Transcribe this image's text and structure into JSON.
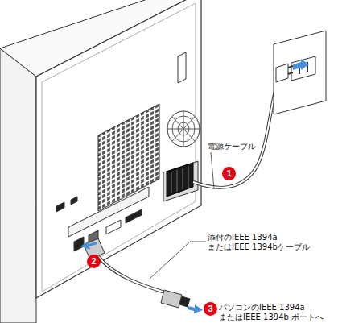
{
  "diagram": {
    "labels": [
      "電源ケーブル",
      "1",
      "添付のIEEE 1394a またはIEEE 1394bケーブル",
      "2",
      "3",
      "パソコンのIEEE 1394a またはIEEE 1394b ポートへ"
    ]
  }
}
